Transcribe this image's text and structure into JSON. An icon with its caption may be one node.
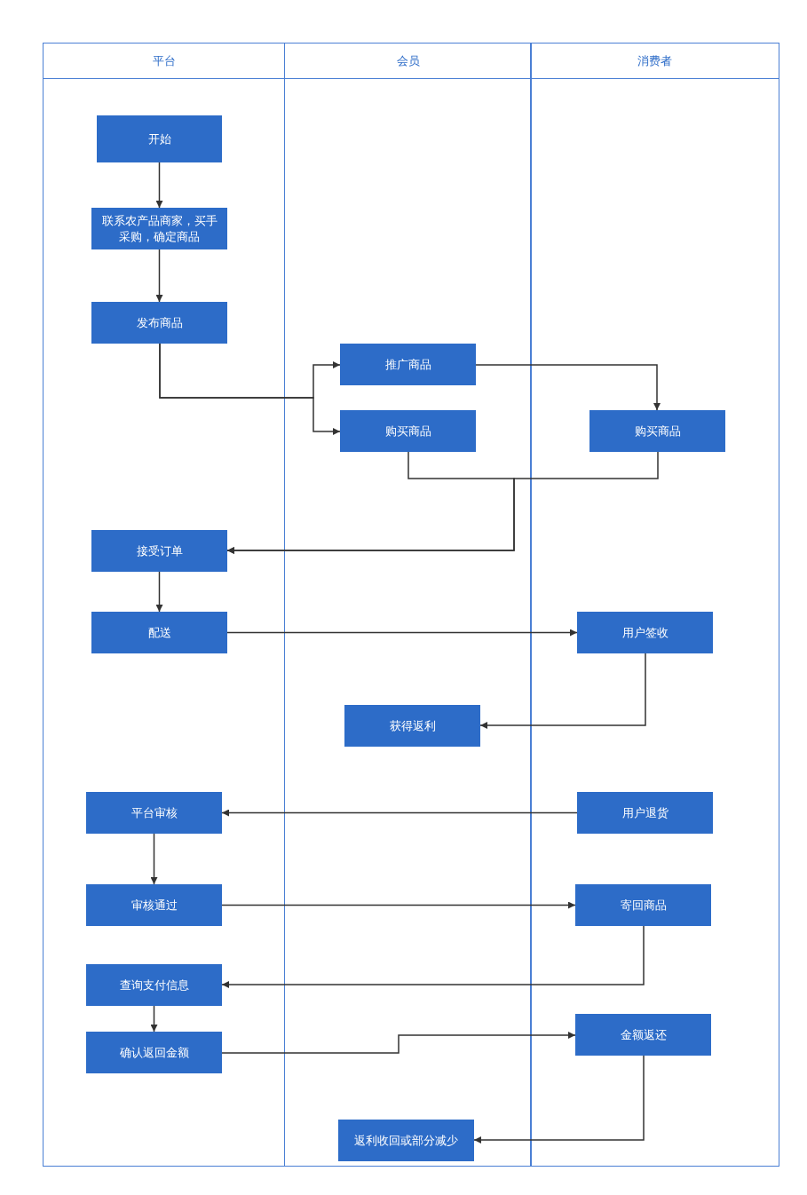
{
  "diagram": {
    "nodes": [
      {
        "text": [
          "平台"
        ]
      },
      {
        "text": [
          "会员"
        ]
      },
      {
        "text": [
          "消费者"
        ]
      },
      {
        "text": [
          "开始"
        ],
        "in": 0
      },
      {
        "text": [
          "联系农产品商家，买手采购，确定商品"
        ],
        "in": 0
      },
      {
        "text": [
          "发布商品"
        ],
        "in": 0
      },
      {
        "text": [
          "推广商品"
        ],
        "in": 1
      },
      {
        "text": [
          "购买商品"
        ],
        "in": 1
      },
      {
        "text": [
          "购买商品"
        ],
        "in": 2
      },
      {
        "text": [
          "接受订单"
        ],
        "in": 0
      },
      {
        "text": [
          "配送"
        ],
        "in": 0
      },
      {
        "text": [
          "用户签收"
        ],
        "in": 2
      },
      {
        "text": [
          "获得返利"
        ],
        "in": 1
      },
      {
        "text": [
          "平台审核"
        ],
        "in": 0
      },
      {
        "text": [
          "用户退货"
        ],
        "in": 2
      },
      {
        "text": [
          "审核通过"
        ],
        "in": 0
      },
      {
        "text": [
          "寄回商品"
        ],
        "in": 2
      },
      {
        "text": [
          "查询支付信息"
        ],
        "in": 0
      },
      {
        "text": [
          "确认返回金额"
        ],
        "in": 0
      },
      {
        "text": [
          "金额返还"
        ],
        "in": 2
      },
      {
        "text": [
          "返利收回或部分减少"
        ],
        "in": 1
      }
    ],
    "edges": [
      {
        "from": 3,
        "to": 4,
        "arrow": "to"
      },
      {
        "from": 4,
        "to": 5,
        "arrow": "to"
      },
      {
        "from": 5,
        "to": 6,
        "arrow": "to"
      },
      {
        "from": 5,
        "to": 7,
        "arrow": "to"
      },
      {
        "from": 6,
        "to": 8,
        "arrow": "to"
      },
      {
        "from": 7,
        "to": 9,
        "arrow": "to"
      },
      {
        "from": 8,
        "to": 9,
        "arrow": "to"
      },
      {
        "from": 9,
        "to": 10,
        "arrow": "to"
      },
      {
        "from": 10,
        "to": 11,
        "arrow": "to"
      },
      {
        "from": 11,
        "to": 12,
        "arrow": "to"
      },
      {
        "from": 14,
        "to": 13,
        "arrow": "to"
      },
      {
        "from": 13,
        "to": 15,
        "arrow": "to"
      },
      {
        "from": 15,
        "to": 16,
        "arrow": "to"
      },
      {
        "from": 16,
        "to": 17,
        "arrow": "to"
      },
      {
        "from": 17,
        "to": 18,
        "arrow": "to"
      },
      {
        "from": 18,
        "to": 19,
        "arrow": "to"
      },
      {
        "from": 19,
        "to": 20,
        "arrow": "to"
      }
    ]
  }
}
